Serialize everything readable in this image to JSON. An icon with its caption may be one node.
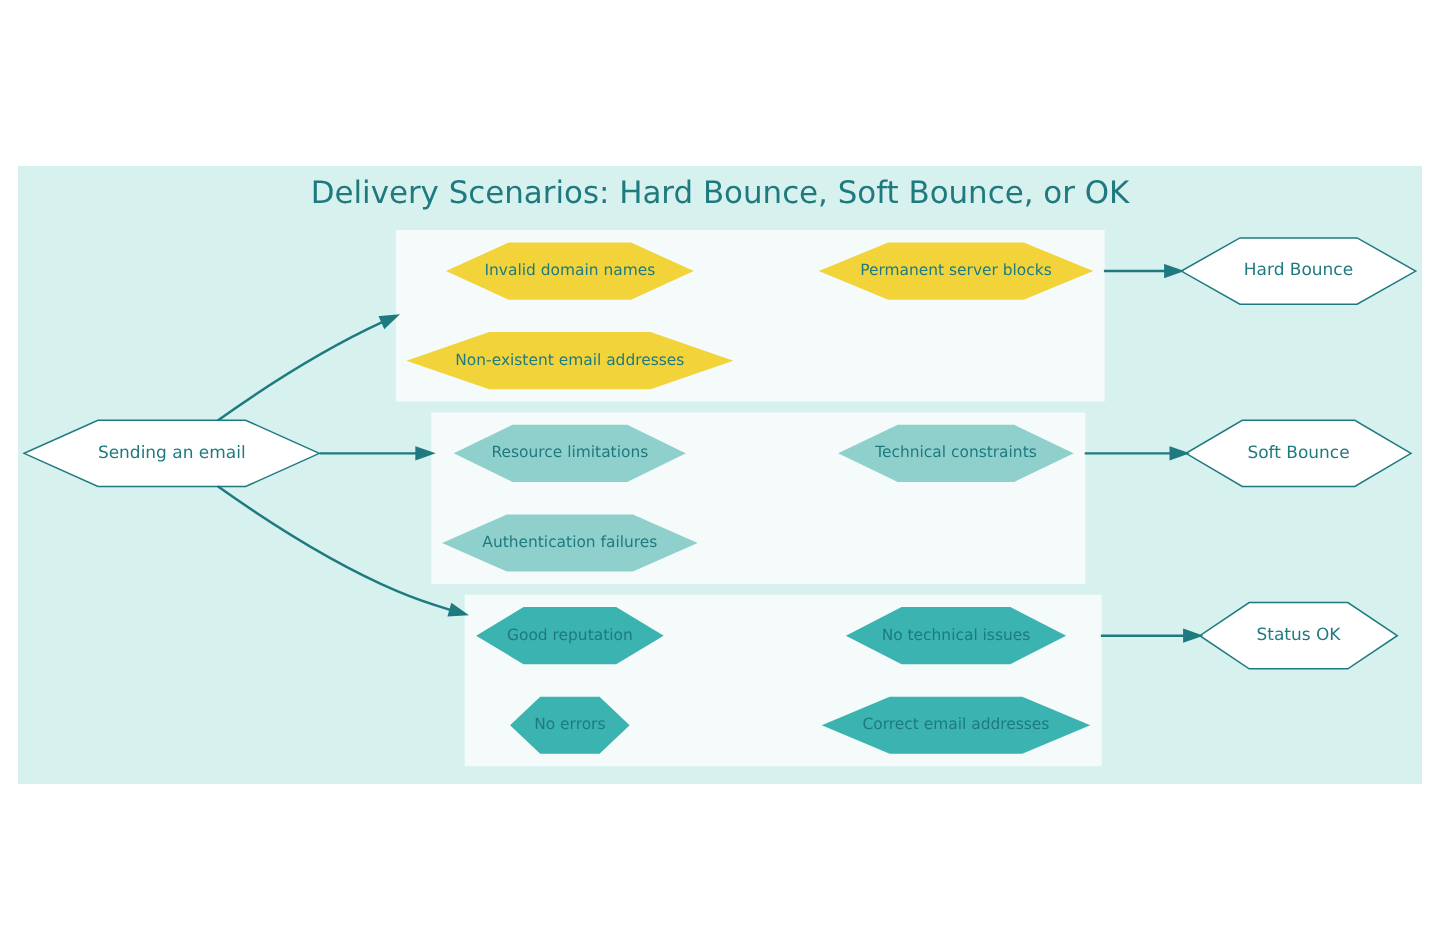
{
  "diagram": {
    "title": "Delivery Scenarios: Hard Bounce, Soft Bounce, or OK",
    "nodes": [
      {
        "text": [
          "Sending an email"
        ]
      },
      {
        "text": [],
        "shape": "box"
      },
      {
        "text": [
          "Invalid domain names"
        ],
        "in": 1
      },
      {
        "text": [
          "Permanent server blocks"
        ],
        "in": 1
      },
      {
        "text": [
          "Non-existent email addresses"
        ],
        "in": 1
      },
      {
        "text": [],
        "shape": "box"
      },
      {
        "text": [
          "Resource limitations"
        ],
        "in": 5
      },
      {
        "text": [
          "Technical constraints"
        ],
        "in": 5
      },
      {
        "text": [
          "Authentication failures"
        ],
        "in": 5
      },
      {
        "text": [],
        "shape": "box"
      },
      {
        "text": [
          "Good reputation"
        ],
        "in": 9
      },
      {
        "text": [
          "No technical issues"
        ],
        "in": 9
      },
      {
        "text": [
          "No errors"
        ],
        "in": 9
      },
      {
        "text": [
          "Correct email addresses"
        ],
        "in": 9
      },
      {
        "text": [
          "Hard Bounce"
        ]
      },
      {
        "text": [
          "Soft Bounce"
        ]
      },
      {
        "text": [
          "Status OK"
        ]
      }
    ],
    "edges": [
      {
        "from": 0,
        "to": 1,
        "arrow": "to"
      },
      {
        "from": 0,
        "to": 5,
        "arrow": "to"
      },
      {
        "from": 0,
        "to": 9,
        "arrow": "to"
      },
      {
        "from": 1,
        "to": 14,
        "arrow": "to"
      },
      {
        "from": 5,
        "to": 15,
        "arrow": "to"
      },
      {
        "from": 9,
        "to": 16,
        "arrow": "to"
      }
    ]
  }
}
